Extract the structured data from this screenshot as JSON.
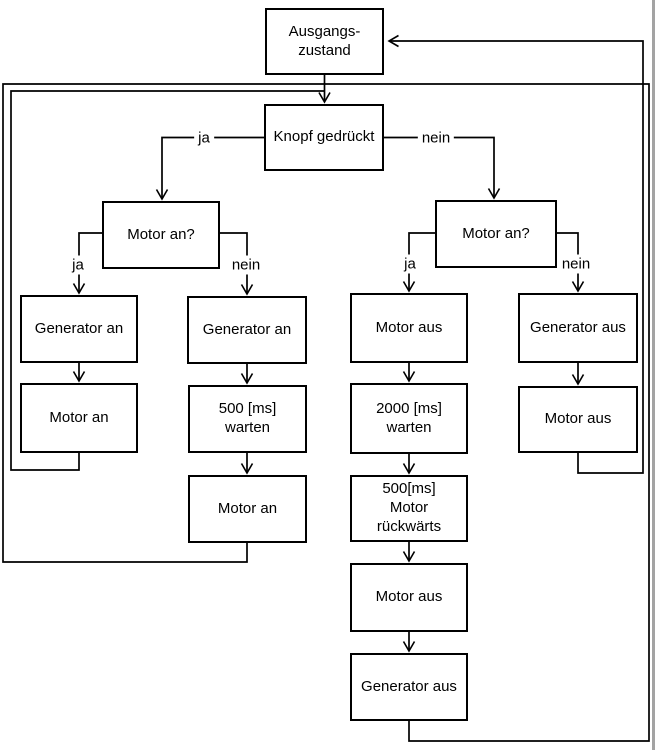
{
  "colors": {
    "line": "#000000",
    "background": "#ffffff",
    "image_right_border": "#a3a3a3"
  },
  "nodes": {
    "start": {
      "label": "Ausgangs-\nzustand"
    },
    "button": {
      "label": "Knopf gedrückt"
    },
    "q_left": {
      "label": "Motor an?"
    },
    "q_right": {
      "label": "Motor an?"
    },
    "gen_an_1": {
      "label": "Generator an"
    },
    "motor_an_1": {
      "label": "Motor an"
    },
    "gen_an_2": {
      "label": "Generator an"
    },
    "wait_500": {
      "label": "500 [ms]\nwarten"
    },
    "motor_an_2": {
      "label": "Motor an"
    },
    "motor_aus_1": {
      "label": "Motor aus"
    },
    "wait_2000": {
      "label": "2000 [ms]\nwarten"
    },
    "motor_rueck": {
      "label": "500[ms]\nMotor\nrückwärts"
    },
    "motor_aus_2": {
      "label": "Motor aus"
    },
    "gen_aus_1": {
      "label": "Generator aus"
    },
    "gen_aus_2": {
      "label": "Generator aus"
    },
    "motor_aus_3": {
      "label": "Motor aus"
    }
  },
  "branch_labels": {
    "button_yes": "ja",
    "button_no": "nein",
    "q_left_yes": "ja",
    "q_left_no": "nein",
    "q_right_yes": "ja",
    "q_right_no": "nein"
  },
  "edges": [
    {
      "from": "start",
      "to": "button",
      "label": ""
    },
    {
      "from": "button",
      "to": "q_left",
      "label": "ja"
    },
    {
      "from": "button",
      "to": "q_right",
      "label": "nein"
    },
    {
      "from": "q_left",
      "to": "gen_an_1",
      "label": "ja"
    },
    {
      "from": "gen_an_1",
      "to": "motor_an_1",
      "label": ""
    },
    {
      "from": "motor_an_1",
      "to": "button",
      "label": ""
    },
    {
      "from": "q_left",
      "to": "gen_an_2",
      "label": "nein"
    },
    {
      "from": "gen_an_2",
      "to": "wait_500",
      "label": ""
    },
    {
      "from": "wait_500",
      "to": "motor_an_2",
      "label": ""
    },
    {
      "from": "motor_an_2",
      "to": "button",
      "label": ""
    },
    {
      "from": "q_right",
      "to": "motor_aus_1",
      "label": "ja"
    },
    {
      "from": "motor_aus_1",
      "to": "wait_2000",
      "label": ""
    },
    {
      "from": "wait_2000",
      "to": "motor_rueck",
      "label": ""
    },
    {
      "from": "motor_rueck",
      "to": "motor_aus_2",
      "label": ""
    },
    {
      "from": "motor_aus_2",
      "to": "gen_aus_1",
      "label": ""
    },
    {
      "from": "gen_aus_1",
      "to": "button",
      "label": ""
    },
    {
      "from": "q_right",
      "to": "gen_aus_2",
      "label": "nein"
    },
    {
      "from": "gen_aus_2",
      "to": "motor_aus_3",
      "label": ""
    },
    {
      "from": "motor_aus_3",
      "to": "start",
      "label": ""
    }
  ]
}
